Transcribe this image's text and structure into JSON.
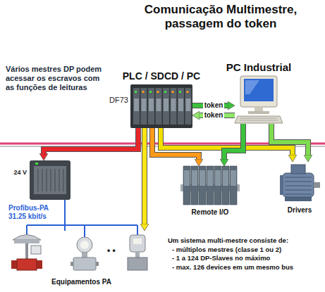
{
  "diagram": {
    "title": "Comunicação Multimestre, passagem do token",
    "nodes": [
      {
        "text": [
          "PLC / SDCD / PC",
          "DF73"
        ]
      },
      {
        "text": [
          "PC Industrial"
        ]
      },
      {
        "text": [
          "24 V"
        ]
      },
      {
        "text": [
          "Remote I/O"
        ]
      },
      {
        "text": [
          "Drivers"
        ]
      },
      {
        "text": [
          "Equipamentos PA"
        ]
      }
    ],
    "edges": [
      {
        "from": 0,
        "to": 2,
        "arrow": "to"
      },
      {
        "from": 0,
        "to": 5,
        "arrow": "to"
      },
      {
        "from": 0,
        "to": 3,
        "arrow": "to"
      },
      {
        "from": 0,
        "to": 4,
        "arrow": "to"
      },
      {
        "from": 1,
        "to": 3,
        "arrow": "to"
      },
      {
        "from": 1,
        "to": 4,
        "arrow": "to"
      },
      {
        "from": 0,
        "to": 1,
        "label": "token",
        "arrow": "to"
      },
      {
        "from": 1,
        "to": 0,
        "label": "token",
        "arrow": "to"
      },
      {
        "from": 2,
        "to": 5,
        "arrow": "none"
      }
    ],
    "labels": [
      "Vários mestres DP podem acessar os escravos com as funções de leituras",
      "Profibus-PA 31.25 kbit/s",
      "• •",
      "Um sistema multi-mestre consiste de:",
      "- múltiplos mestres (classe 1 ou 2)",
      "- 1 a 124 DP-Slaves no máximo",
      "- max. 126 devices em um mesmo bus"
    ]
  }
}
